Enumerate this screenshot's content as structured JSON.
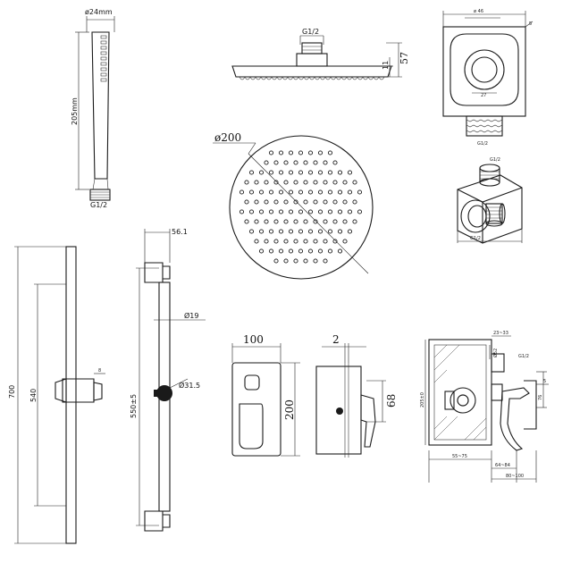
{
  "hand_shower": {
    "diameter": "ø24mm",
    "length": "205mm",
    "thread": "G1/2"
  },
  "shower_head_side": {
    "thread": "G1/2",
    "plate_thickness": "11",
    "total_height": "57"
  },
  "shower_head_top": {
    "diameter": "ø200"
  },
  "wall_elbow": {
    "top_dim": "ø 46",
    "corner_dim": "5",
    "mid_dim": "27",
    "bottom_dim": "G1/2",
    "iso_thread_top": "G1/2",
    "iso_thread_bottom": "G1/2"
  },
  "slide_rail_front": {
    "total_length": "700",
    "bar_length": "540",
    "holder_dim": "8"
  },
  "slide_rail_side": {
    "bracket_depth": "56.1",
    "bar_diameter": "Ø19",
    "length": "550±5",
    "knob_diameter": "Ø31.5"
  },
  "cover_plate": {
    "width": "100",
    "height": "200"
  },
  "handle_side": {
    "depth": "2",
    "handle_height": "68"
  },
  "valve_body": {
    "top_a": "23~33",
    "top_b": "Ø52",
    "right_a": "G1/2",
    "left_a": "205±0",
    "right_b": "76",
    "right_c": "5",
    "bottom_a": "55~75",
    "bottom_b": "64~84",
    "bottom_c": "80~100"
  }
}
